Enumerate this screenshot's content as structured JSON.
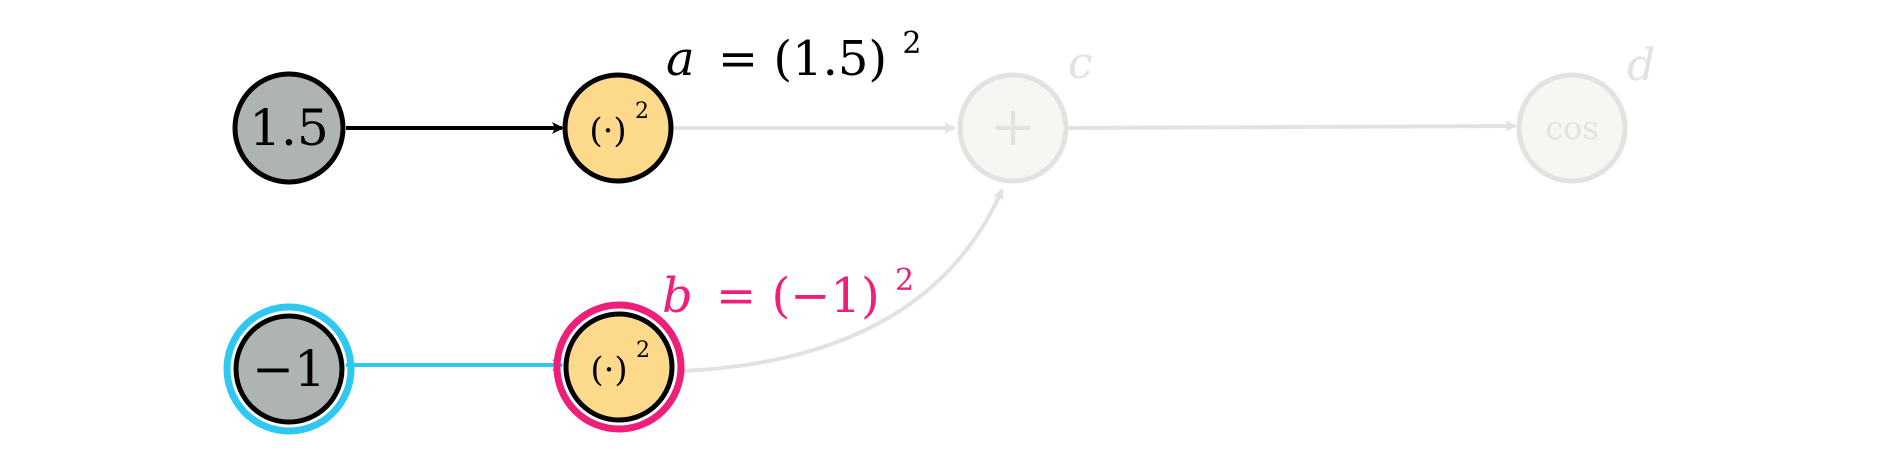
{
  "colors": {
    "input_fill": "#aeb5b1",
    "op_fill": "#fdd98c",
    "active_stroke": "#000000",
    "faded": "#e2e2e2",
    "highlight_cyan": "#2ec8f0",
    "highlight_pink": "#ef1e78"
  },
  "nodes": {
    "input_a": {
      "label": "1.5",
      "state": "active"
    },
    "input_b": {
      "label": "−1",
      "state": "highlighted-cyan"
    },
    "square_a": {
      "label": "(·)",
      "superscript": "2",
      "state": "active"
    },
    "square_b": {
      "label": "(·)",
      "superscript": "2",
      "state": "highlighted-pink"
    },
    "add": {
      "label": "+",
      "state": "faded"
    },
    "cos": {
      "label": "cos",
      "state": "faded"
    }
  },
  "annotations": {
    "a": {
      "var": "a",
      "expr": "= (1.5)",
      "exp": "2",
      "color_key": "active_stroke"
    },
    "b": {
      "var": "b",
      "expr": "= (−1)",
      "exp": "2",
      "color_key": "highlight_pink"
    },
    "c": {
      "var": "c"
    },
    "d": {
      "var": "d"
    }
  },
  "edges": [
    {
      "from": "input_a",
      "to": "square_a",
      "state": "active"
    },
    {
      "from": "input_b",
      "to": "square_b",
      "state": "highlighted-cyan"
    },
    {
      "from": "square_a",
      "to": "add",
      "state": "faded"
    },
    {
      "from": "square_b",
      "to": "add",
      "state": "faded"
    },
    {
      "from": "add",
      "to": "cos",
      "state": "faded"
    }
  ]
}
